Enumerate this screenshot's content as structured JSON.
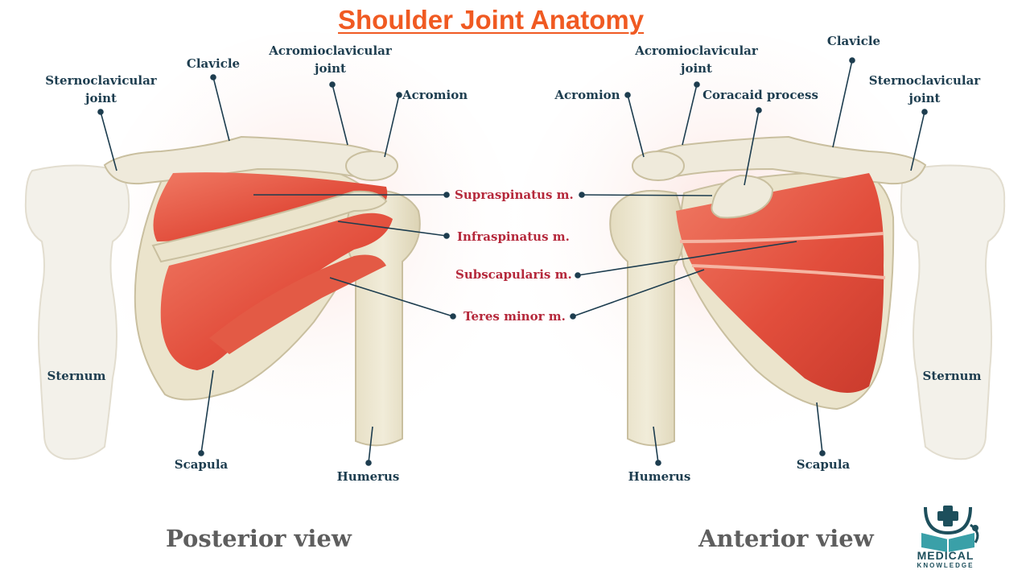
{
  "title": "Shoulder Joint Anatomy",
  "posterior": {
    "view_label": "Posterior view",
    "labels": {
      "sternoclavicular_joint": [
        "Sternoclavicular",
        "joint"
      ],
      "clavicle": "Clavicle",
      "acromioclavicular_joint": [
        "Acromioclavicular",
        "joint"
      ],
      "acromion": "Acromion",
      "sternum": "Sternum",
      "scapula": "Scapula",
      "humerus": "Humerus"
    }
  },
  "anterior": {
    "view_label": "Anterior view",
    "labels": {
      "acromioclavicular_joint": [
        "Acromioclavicular",
        "joint"
      ],
      "clavicle": "Clavicle",
      "sternoclavicular_joint": [
        "Sternoclavicular",
        "joint"
      ],
      "acromion": "Acromion",
      "coracoid_process": "Coracaid process",
      "sternum": "Sternum",
      "scapula": "Scapula",
      "humerus": "Humerus"
    }
  },
  "muscles": {
    "supraspinatus": "Supraspinatus m.",
    "infraspinatus": "Infraspinatus m.",
    "subscapularis": "Subscapularis m.",
    "teres_minor": "Teres minor m."
  },
  "logo": {
    "line1": "MEDICAL",
    "line2": "KNOWLEDGE"
  },
  "colors": {
    "title": "#f05a22",
    "label_text": "#1d3d4f",
    "muscle_text": "#b5283b",
    "leader_line": "#1d3d4f",
    "bone": "#ece7d2",
    "bone_outline": "#c8c0a0",
    "sternum": "#f2f0e8",
    "muscle": "#e24e3c",
    "muscle_light": "#f08a72",
    "view_text": "#5e5e5e",
    "logo": "#1d4f5c"
  }
}
